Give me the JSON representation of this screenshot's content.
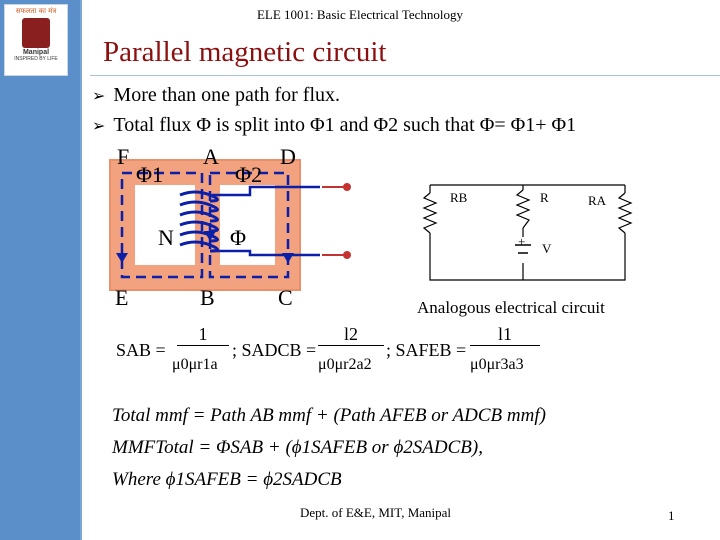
{
  "header": {
    "course": "ELE 1001: Basic Electrical Technology"
  },
  "logo": {
    "top_text": "सफलता का मंत्र",
    "name": "Manipal",
    "tagline": "INSPIRED BY LIFE"
  },
  "slide": {
    "title": "Parallel magnetic circuit",
    "bullets": [
      "More than one path for flux.",
      "Total flux Φ is split into Φ1 and Φ2 such that Φ= Φ1+ Φ1"
    ]
  },
  "magnetic_circuit": {
    "labels": {
      "F": "F",
      "A": "A",
      "D": "D",
      "E": "E",
      "B": "B",
      "C": "C",
      "N": "N",
      "phi": "Φ",
      "phi1": "Φ1",
      "phi2": "Φ2"
    },
    "colors": {
      "core": "#f2a27f",
      "core_border": "#e8906a",
      "path": "#0b1fa8",
      "coil": "#0b1fa8",
      "terminal": "#c43232"
    }
  },
  "electrical_circuit": {
    "labels": {
      "RB": "RB",
      "R": "R",
      "RA": "RA",
      "V": "V",
      "plus": "+"
    },
    "caption": "Analogous electrical circuit"
  },
  "reluctance": {
    "s_ab": {
      "lhs": "SAB =",
      "num": "1",
      "den": "μ0μr1a"
    },
    "s_adcb": {
      "lhs": "; SADCB =",
      "num": "l2",
      "den": "μ0μr2a2"
    },
    "s_afeb": {
      "lhs": "; SAFEB =",
      "num": "l1",
      "den": "μ0μr3a3"
    }
  },
  "equations": [
    "Total mmf  =  Path AB mmf +  (Path AFEB or ADCB mmf)",
    "MMFTotal = ΦSAB + (ϕ1SAFEB  or  ϕ2SADCB),",
    "Where   ϕ1SAFEB = ϕ2SADCB"
  ],
  "footer": {
    "dept": "Dept. of E&E, MIT, Manipal",
    "page": "1"
  }
}
